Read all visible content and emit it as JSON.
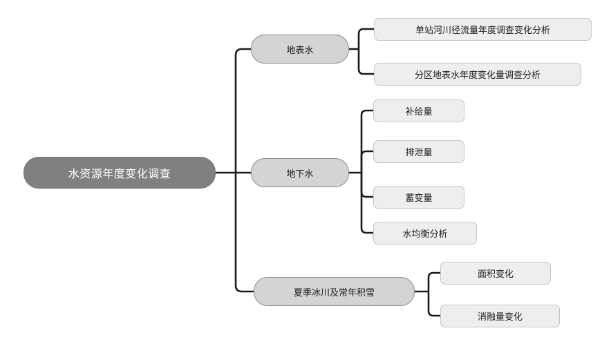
{
  "diagram": {
    "type": "mindmap",
    "orientation": "left-to-right",
    "title": "水资源年度变化调查",
    "colors": {
      "root_fill": "#808080",
      "root_text": "#ffffff",
      "branch_fill": "#d4d4d4",
      "branch_border": "#8c8c8c",
      "leaf_fill": "#eeeeee",
      "leaf_border": "#c6c6c6",
      "connector": "#1a1a1a",
      "background": "#ffffff"
    }
  },
  "root": {
    "label": "水资源年度变化调查"
  },
  "branches": [
    {
      "label": "地表水",
      "children": [
        {
          "label": "单站河川径流量年度调查变化分析"
        },
        {
          "label": "分区地表水年度变化量调查分析"
        }
      ]
    },
    {
      "label": "地下水",
      "children": [
        {
          "label": "补给量"
        },
        {
          "label": "排泄量"
        },
        {
          "label": "蓄变量"
        },
        {
          "label": "水均衡分析"
        }
      ]
    },
    {
      "label": "夏季冰川及常年积雪",
      "children": [
        {
          "label": "面积变化"
        },
        {
          "label": "消融量变化"
        }
      ]
    }
  ]
}
